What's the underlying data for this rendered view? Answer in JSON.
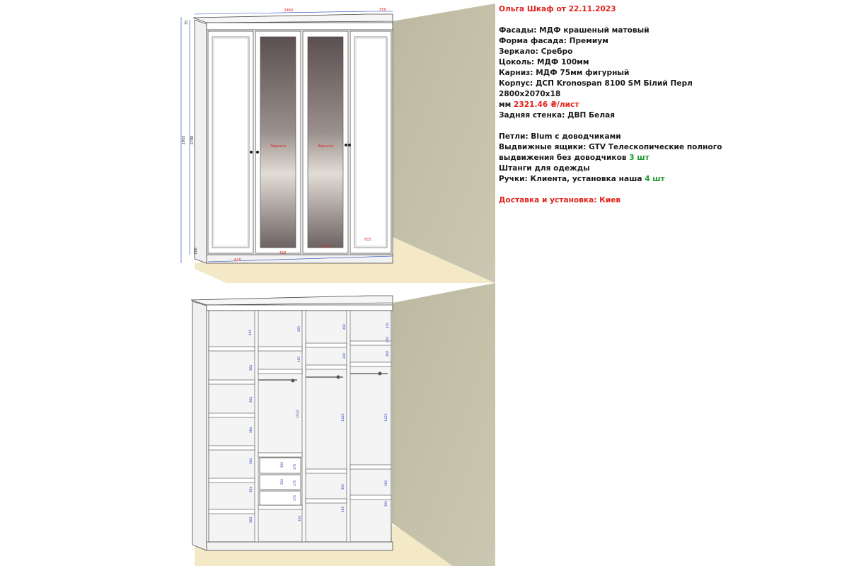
{
  "spec": {
    "title": "Ольга Шкаф от 22.11.2023",
    "facades": "Фасады: МДФ крашеный матовый",
    "facade_shape": "Форма фасада: Премиум",
    "mirror": "Зеркало: Сребро",
    "plinth": "Цоколь: МДФ 100мм",
    "cornice": "Карниз: МДФ 75мм фигурный",
    "body_line1": "Корпус: ДСП Kronospan 8100 SM Білий Перл 2800х2070х18",
    "body_line2_prefix": "мм ",
    "body_price": "2321.46 ₴/лист",
    "back_wall": "Задняя стенка: ДВП Белая",
    "hinges": "Петли: Blum с доводчиками",
    "drawers_line1": "Выдвижные ящики: GTV Телескопические полного",
    "drawers_line2_prefix": "выдвижения без доводчиков ",
    "drawers_count": "3 шт",
    "rods": "Штанги для одежды",
    "handles_prefix": "Ручки: Клиента, установка наша ",
    "handles_count": "4 шт",
    "delivery": "Доставка и установка: Киев"
  },
  "front_view": {
    "dim_width": "2460",
    "dim_depth": "550",
    "dim_cornice": "75",
    "dim_total_height": "2955",
    "dim_body_height": "2780",
    "dim_plinth": "100",
    "door_widths": [
      "615",
      "615",
      "615",
      "615"
    ],
    "mirror_label": "Зеркало"
  },
  "interior_view": {
    "col1_labels": [
      "450",
      "364",
      "364",
      "364",
      "364",
      "364",
      "364"
    ],
    "col2_labels": [
      "450",
      "1022",
      "300",
      "170",
      "170",
      "170",
      "300",
      "350"
    ],
    "col3_labels": [
      "450",
      "1422",
      "300",
      "320"
    ],
    "col4_labels": [
      "450",
      "300",
      "1422",
      "300",
      "300"
    ],
    "col4_top_extra": "450",
    "col3_top_extra": "300",
    "col2_top_extra": "450"
  },
  "colors": {
    "wall": "#c4c1a9",
    "floor": "#f3e9c6",
    "panel": "#ffffff",
    "panel_shade": "#eaeaea",
    "outline": "#4a4a4a",
    "mirror_dark": "#6b6060",
    "mirror_light": "#d8d2cc",
    "dim_blue": "#1f3fbf",
    "dim_red": "#e1231c"
  }
}
